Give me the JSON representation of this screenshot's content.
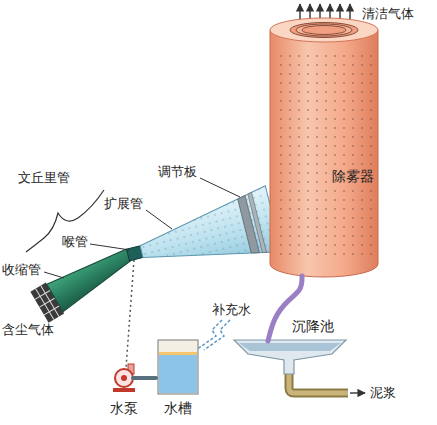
{
  "diagram": {
    "nodes": [
      {
        "text": [
          "除雾器"
        ]
      },
      {
        "text": [
          "沉降池"
        ]
      },
      {
        "text": [
          "水泵"
        ]
      },
      {
        "text": [
          "水槽"
        ]
      }
    ],
    "edges": [
      {
        "from": 0,
        "to": 1,
        "arrow": "none"
      },
      {
        "from": 3,
        "to": 2,
        "arrow": "none"
      }
    ],
    "labels": [
      "清洁气体",
      "文丘里管",
      "调节板",
      "扩展管",
      "喉管",
      "收缩管",
      "补充水",
      "含尘气体",
      "泥浆"
    ]
  }
}
